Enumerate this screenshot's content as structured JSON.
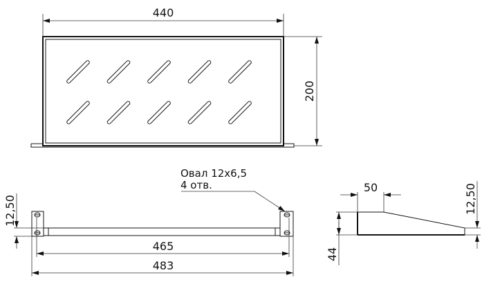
{
  "top_view": {
    "width_dim": "440",
    "depth_dim": "200",
    "slot_rows": 2,
    "slot_cols": 5
  },
  "front_view": {
    "height_dim": "12,50",
    "inner_dim": "465",
    "outer_dim": "483",
    "callout_line1": "Овал 12x6,5",
    "callout_line2": "4 отв."
  },
  "side_view": {
    "flange_dim": "50",
    "height_dim": "44",
    "lip_dim": "12,50"
  }
}
